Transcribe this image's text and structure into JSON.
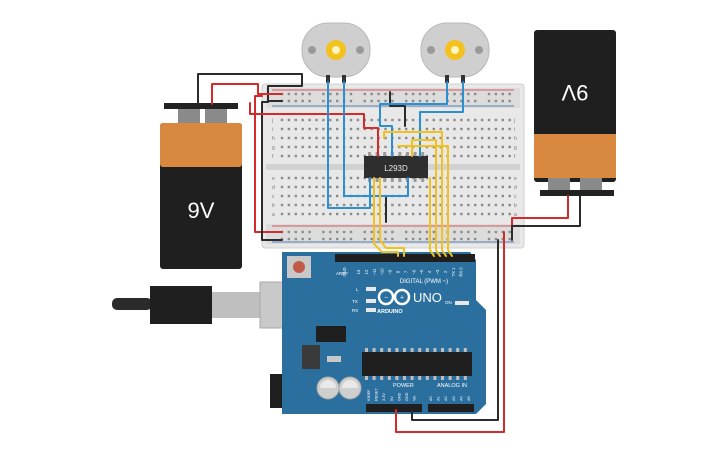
{
  "battery_left": {
    "label": "9V"
  },
  "battery_right": {
    "label": "9V"
  },
  "chip": {
    "label": "L293D"
  },
  "breadboard": {
    "row_letters_top": [
      "j",
      "i",
      "h",
      "g",
      "f"
    ],
    "row_letters_bottom": [
      "e",
      "d",
      "c",
      "b",
      "a"
    ],
    "col_numbers": [
      "1",
      "5",
      "10",
      "15",
      "20",
      "25",
      "30"
    ]
  },
  "arduino": {
    "logo": "UNO",
    "brand": "ARDUINO",
    "digital_label": "DIGITAL (PWM ~)",
    "power_label": "POWER",
    "analog_label": "ANALOG IN",
    "aref": "AREF",
    "gnd": "GND",
    "digital_pins": [
      "13",
      "12",
      "~11",
      "~10",
      "~9",
      "8",
      "7",
      "~6",
      "~5",
      "4",
      "~3",
      "2",
      "TX 1",
      "RX 0"
    ],
    "power_pins": [
      "IOREF",
      "RESET",
      "3.3V",
      "5V",
      "GND",
      "GND",
      "Vin"
    ],
    "analog_pins": [
      "A0",
      "A1",
      "A2",
      "A3",
      "A4",
      "A5"
    ],
    "led_labels": [
      "L",
      "TX",
      "RX"
    ],
    "on_label": "ON"
  },
  "colors": {
    "wire_red": "#d42a2a",
    "wire_black": "#2b2b2b",
    "wire_blue": "#2b8fd0",
    "wire_yellow": "#f2c21b",
    "board_blue": "#2a6f9e",
    "battery_orange": "#d8893f"
  }
}
